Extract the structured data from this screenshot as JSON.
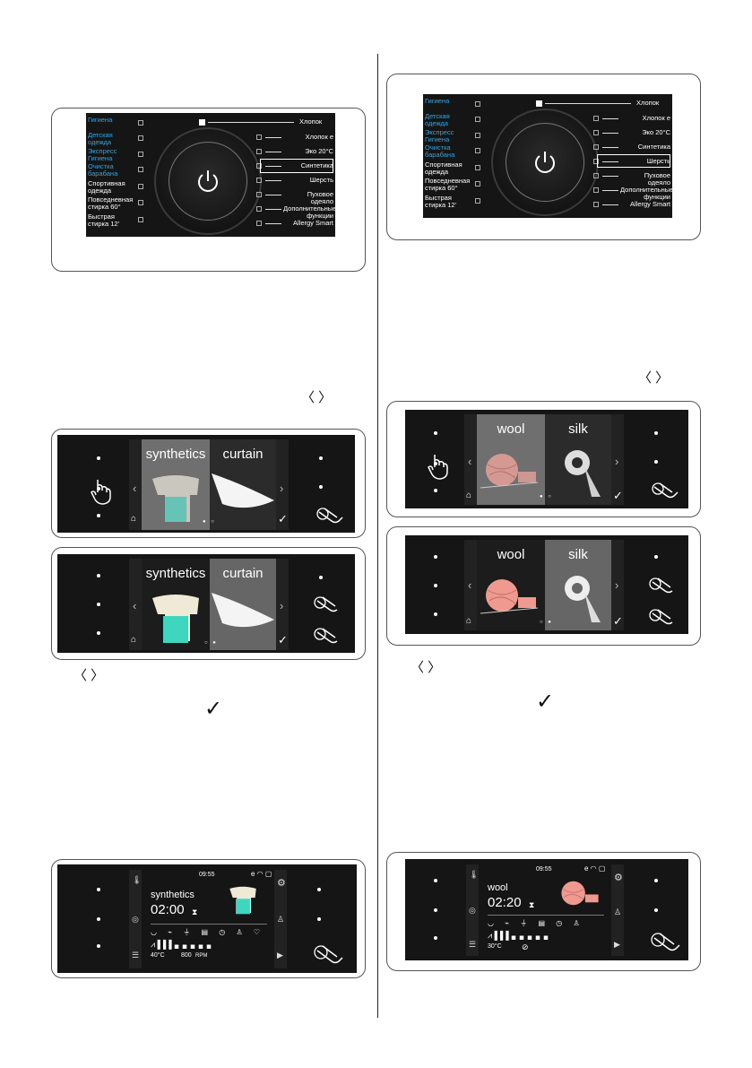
{
  "left": {
    "panel": {
      "cotton": "Хлопок",
      "left_programs": [
        {
          "label": "Гигиена",
          "blue": true
        },
        {
          "label": "Детская одежда",
          "blue": true
        },
        {
          "label": "Экспресс Гигиена",
          "blue": true
        },
        {
          "label": "Очистка барабана",
          "blue": true
        },
        {
          "label": "Спортивная одежда",
          "blue": false
        },
        {
          "label": "Повседневная стирка 60°",
          "blue": false
        },
        {
          "label": "Быстрая стирка 12'",
          "blue": false
        }
      ],
      "right_programs": [
        "Хлопок e",
        "Эко 20°C",
        "Синтетика",
        "Шерсть",
        "Пуховое одеяло",
        "Дополнительные функции",
        "Allergy Smart"
      ],
      "highlighted": "Синтетика"
    },
    "nav_symbol": "〈 〉",
    "screen1": {
      "card_left": "synthetics",
      "card_right": "curtain",
      "page": "● ○"
    },
    "screen2": {
      "card_left": "synthetics",
      "card_right": "curtain",
      "page": "○ ●"
    },
    "nav_symbol2": "〈 〉",
    "check": "✓",
    "status": {
      "clock": "09:55",
      "program": "synthetics",
      "time": "02:00",
      "temp": "40°C",
      "rpm": "800",
      "rpm_unit": "RPM"
    }
  },
  "right": {
    "panel": {
      "cotton": "Хлопок",
      "left_programs": [
        {
          "label": "Гигиена",
          "blue": true
        },
        {
          "label": "Детская одежда",
          "blue": true
        },
        {
          "label": "Экспресс Гигиена",
          "blue": true
        },
        {
          "label": "Очистка барабана",
          "blue": true
        },
        {
          "label": "Спортивная одежда",
          "blue": false
        },
        {
          "label": "Повседневная стирка 60°",
          "blue": false
        },
        {
          "label": "Быстрая стирка 12'",
          "blue": false
        }
      ],
      "right_programs": [
        "Хлопок e",
        "Эко 20°C",
        "Синтетика",
        "Шерсть",
        "Пуховое одеяло",
        "Дополнительные функции",
        "Allergy Smart"
      ],
      "highlighted": "Шерсть"
    },
    "nav_symbol": "〈 〉",
    "screen1": {
      "card_left": "wool",
      "card_right": "silk",
      "page": "● ○"
    },
    "screen2": {
      "card_left": "wool",
      "card_right": "silk",
      "page": "○ ●"
    },
    "nav_symbol2": "〈 〉",
    "check": "✓",
    "status": {
      "clock": "09:55",
      "program": "wool",
      "time": "02:20",
      "temp": "30°C"
    }
  },
  "colors": {
    "panel_bg": "#151515",
    "accent_blue": "#2aa6e6",
    "synthetics_card": "#d9d9d9",
    "wool_card": "#f2b8b0"
  },
  "icons": [
    "power-icon",
    "home-icon",
    "check-icon",
    "chevron-left-icon",
    "chevron-right-icon",
    "finger-press-icon",
    "gear-icon",
    "play-pause-icon",
    "wifi-icon",
    "thermometer-icon",
    "spin-icon",
    "hourglass-icon"
  ]
}
